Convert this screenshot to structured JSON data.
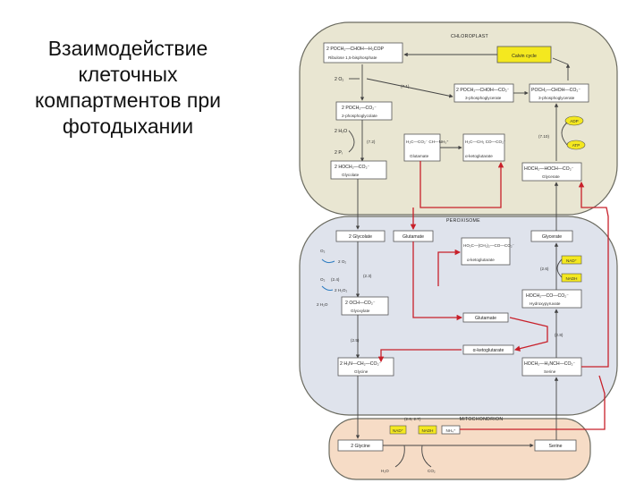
{
  "slide": {
    "title": "Взаимодействие\nклеточных\nкомпартментов при\nфотодыхании"
  },
  "diagram": {
    "organelles": {
      "chloroplast": "CHLOROPLAST",
      "peroxisome": "PEROXISOME",
      "mitochondrion": "MITOCHONDRION"
    },
    "chloroplast": {
      "rubp": "2 POCH₂—CHOH—H₂COP",
      "rubp_name": "Ribulose 1,5-bisphosphate",
      "calvin": "Calvin cycle",
      "o2": "2 O₂",
      "step_71": "(7.1)",
      "pg3_formula": "2 POCH₂—CHOH—CO₂⁻",
      "pg3_name": "3-phosphoglycerate",
      "pg3b_formula": "POCH₂—CHOH—CO₂⁻",
      "pg3b_name": "3-phosphoglycerate",
      "pglycolate_formula": "2 POCH₂—CO₂⁻",
      "pglycolate_name": "2-phosphoglycolate",
      "h2o": "2 H₂O",
      "pi": "2 Pᵢ",
      "step_72": "(7.2)",
      "glycolate_formula": "2 HOCH₂—CO₂⁻",
      "glycolate_name": "Glycolate",
      "glutamate_formula": "H₂C—CO₂⁻  CH—NH₃⁺",
      "glutamate_name": "Glutamate",
      "akg_formula": "H₂C—CH₂  CO—CO₂⁻",
      "akg_name": "α-ketoglutarate",
      "adp": "ADP",
      "atp": "ATP",
      "step_710": "(7.10)",
      "glycerate_formula": "HOCH₂—HOCH—CO₂⁻",
      "glycerate_name": "Glycerate"
    },
    "peroxisome": {
      "glycolate": "2 Glycolate",
      "glutamate": "Glutamate",
      "glycerate": "Glycerate",
      "o2": "O₂",
      "two_o2": "2 O₂",
      "step_24": "(2.4)",
      "step_23": "(2.3)",
      "h2o2": "2 H₂O₂",
      "h2o": "2 H₂O",
      "glyoxylate_formula": "2 OCH—CO₂⁻",
      "glyoxylate_name": "Glyoxylate",
      "akg_formula": "HO₂C—(CH₂)₂—CO—CO₂⁻",
      "akg_name": "α-ketoglutarate",
      "step_26": "(2.6)",
      "nadh": "NADH",
      "nad": "NAD⁺",
      "hydroxypyruvate_formula": "HOCH₂—CO—CO₂⁻",
      "hydroxypyruvate_name": "Hydroxypyruvate",
      "glutamate2": "Glutamate",
      "akg2": "α-ketoglutarate",
      "step_25": "(2.5)",
      "step_28": "(2.8)",
      "glycine_formula": "2 H₃N—CH₂—CO₂⁻",
      "glycine_name": "Glycine",
      "serine_formula": "HOCH₂—H₃NCH—CO₂⁻",
      "serine_name": "Serine"
    },
    "mitochondrion": {
      "step_267": "(2.6, 2.7)",
      "nad": "NAD⁺",
      "nadh": "NADH",
      "nh4": "NH₄⁺",
      "glycine": "2 Glycine",
      "serine": "Serine",
      "h2o": "H₂O",
      "co2": "CO₂"
    },
    "colors": {
      "chloroplast_fill": "#e9e6d2",
      "peroxisome_fill": "#dfe3ec",
      "mitochondrion_fill": "#f6dcc6",
      "accent_yellow": "#f4e81f",
      "flow_red": "#c8202a"
    }
  }
}
